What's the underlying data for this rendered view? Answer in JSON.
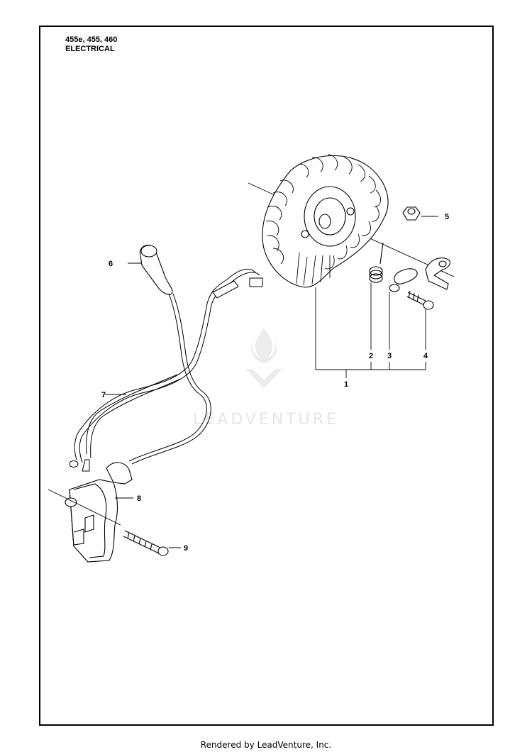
{
  "header": {
    "models": "455e, 455, 460",
    "section": "ELECTRICAL"
  },
  "watermark": {
    "text": "LEADVENTURE",
    "color": "#e3e3e3"
  },
  "callouts": {
    "c1": "1",
    "c2": "2",
    "c3": "3",
    "c4": "4",
    "c5": "5",
    "c6": "6",
    "c7": "7",
    "c8": "8",
    "c9": "9"
  },
  "footer": {
    "text": "Rendered by LeadVenture, Inc."
  }
}
